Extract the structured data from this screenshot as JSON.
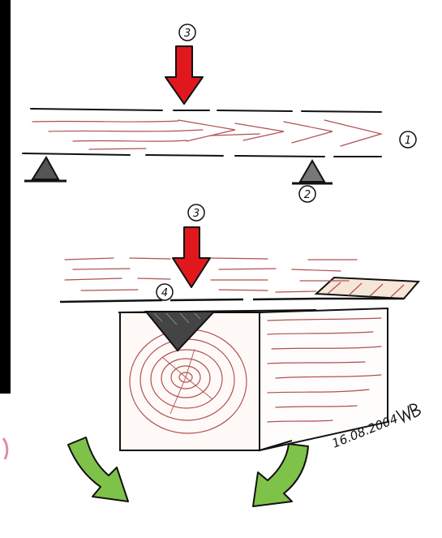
{
  "labels": {
    "beam": "1",
    "support": "2",
    "load_top": "3",
    "load_bottom": "3",
    "bearing": "4"
  },
  "signature": "16.08.2004",
  "colors": {
    "load_arrow": "#e0181e",
    "rotation_arrow": "#7fc24a",
    "support": "#555555",
    "wood_grain": "#b05050",
    "ink": "#111111",
    "left_border": "#000000"
  },
  "icons": {
    "load": "down-arrow-icon",
    "rotation": "curved-arrow-icon",
    "support": "triangle-support-icon",
    "bearing": "triangle-bearing-icon"
  }
}
